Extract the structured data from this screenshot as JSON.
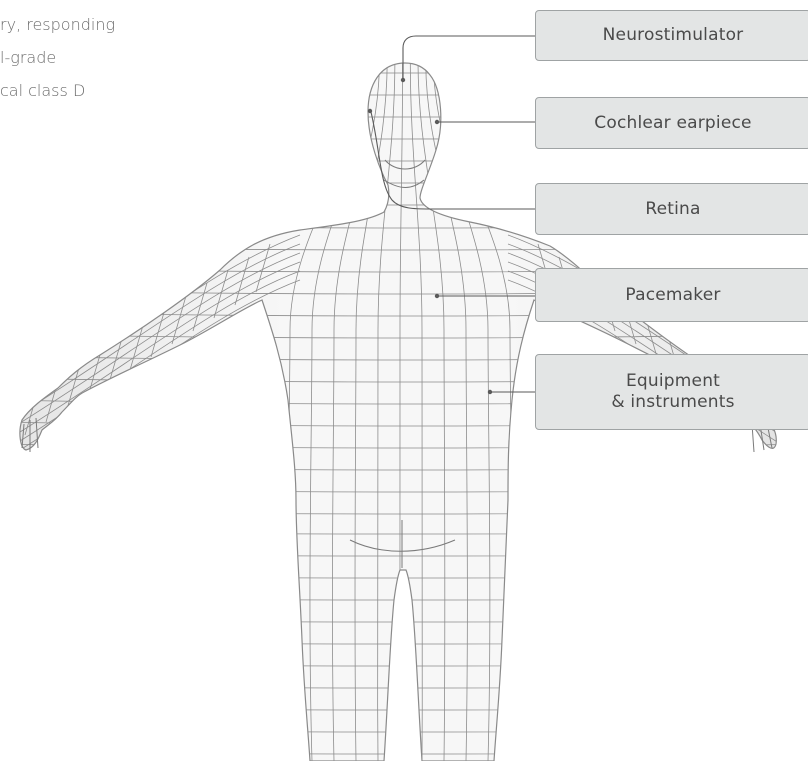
{
  "intro_lines": [
    "ry, responding",
    "l-grade",
    "cal class D"
  ],
  "labels": [
    {
      "text": "Neurostimulator"
    },
    {
      "text": "Cochlear earpiece"
    },
    {
      "text": "Retina"
    },
    {
      "text": "Pacemaker"
    },
    {
      "text": "Equipment\n& instruments"
    }
  ],
  "colors": {
    "label_fill": "#e3e5e5",
    "label_border": "#9fa3a4",
    "leader_line": "#5a5a5a",
    "body_fill": "#f3f3f3",
    "mesh_line": "#8c8c8c",
    "text": "#4a4a4a"
  }
}
